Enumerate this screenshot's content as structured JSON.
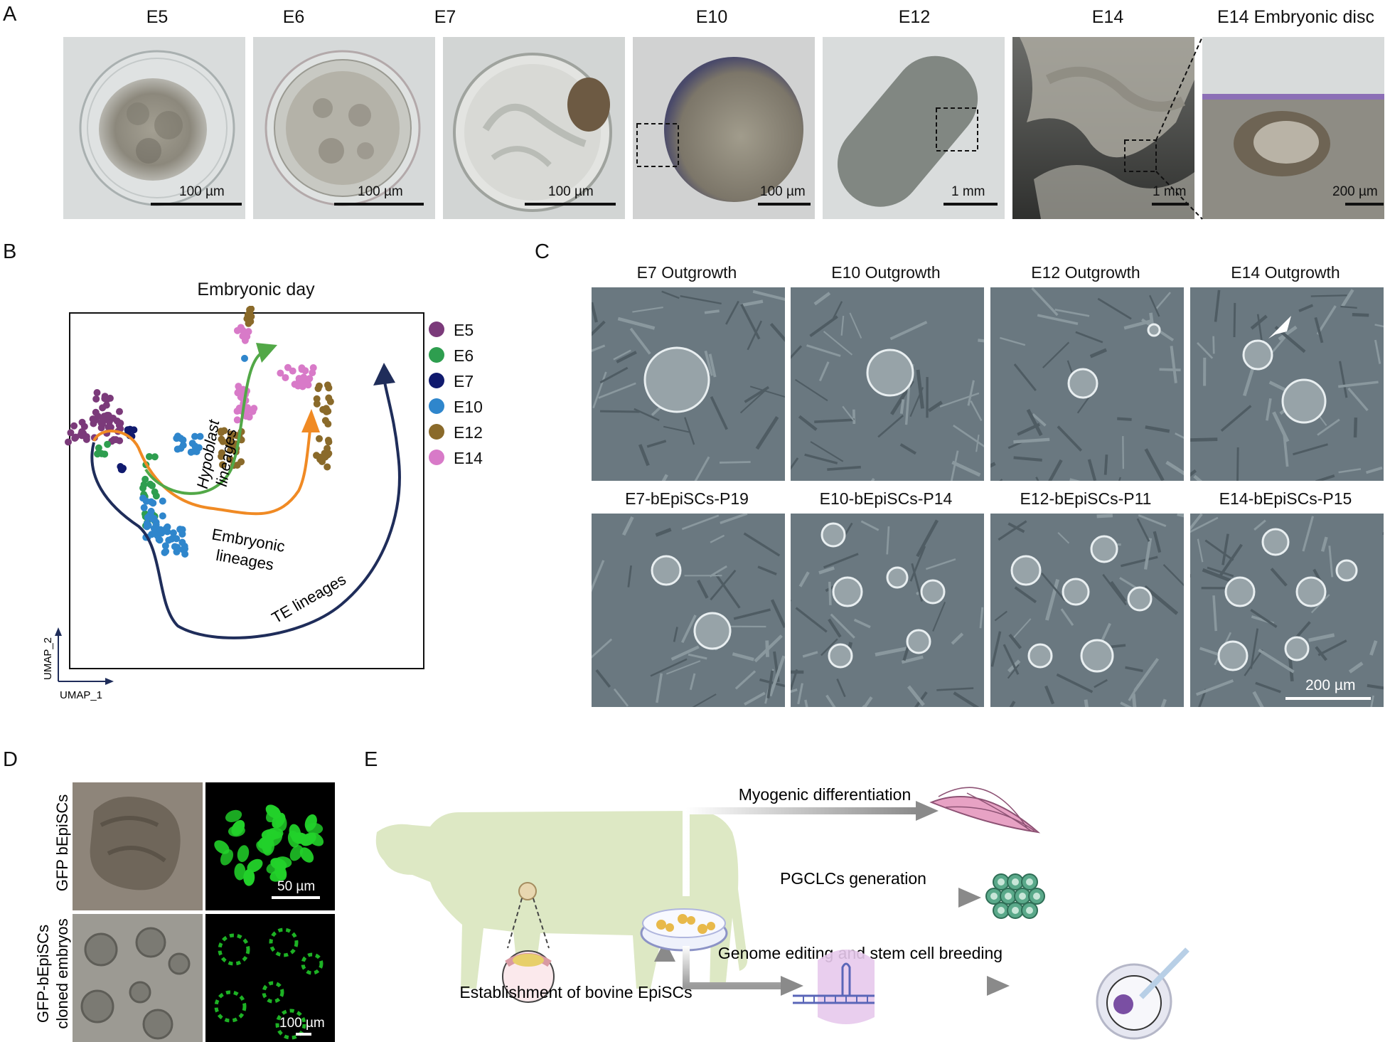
{
  "panel_labels": {
    "a": "A",
    "b": "B",
    "c": "C",
    "d": "D",
    "e": "E"
  },
  "panel_a": {
    "stages": [
      {
        "title": "E5",
        "scale": "100 µm"
      },
      {
        "title": "E6",
        "scale": "100 µm"
      },
      {
        "title": "E7",
        "scale": "100 µm"
      },
      {
        "title": "E10",
        "scale": "100 µm"
      },
      {
        "title": "E12",
        "scale": "1 mm"
      },
      {
        "title": "E14",
        "scale": "1 mm"
      },
      {
        "title": "E14 Embryonic disc",
        "scale": "200 µm"
      }
    ]
  },
  "panel_b": {
    "title": "Embryonic day",
    "legend": [
      {
        "label": "E5",
        "color": "#7b3a7a"
      },
      {
        "label": "E6",
        "color": "#2e9e4f"
      },
      {
        "label": "E7",
        "color": "#101a6e"
      },
      {
        "label": "E10",
        "color": "#2f86cc"
      },
      {
        "label": "E12",
        "color": "#8a6a2a"
      },
      {
        "label": "E14",
        "color": "#d87ac8"
      }
    ],
    "annotations": {
      "hypoblast": [
        "Hypoblast",
        "lineages"
      ],
      "embryonic": [
        "Embryonic",
        "lineages"
      ],
      "te": "TE lineages"
    },
    "axes": {
      "x": "UMAP_1",
      "y": "UMAP_2"
    },
    "arrow_colors": {
      "hypoblast": "#52a847",
      "embryonic": "#f08a24",
      "te": "#1f2d5a"
    }
  },
  "panel_c": {
    "row1": [
      "E7 Outgrowth",
      "E10 Outgrowth",
      "E12 Outgrowth",
      "E14 Outgrowth"
    ],
    "row2": [
      "E7-bEpiSCs-P19",
      "E10-bEpiSCs-P14",
      "E12-bEpiSCs-P11",
      "E14-bEpiSCs-P15"
    ],
    "scale": "200 µm"
  },
  "panel_d": {
    "row_labels": [
      [
        "GFP bEpiSCs"
      ],
      [
        "GFP-bEpiSCs",
        "cloned embryos"
      ]
    ],
    "scales": [
      "50 µm",
      "100 µm"
    ],
    "gfp_color": "#22d12a"
  },
  "panel_e": {
    "establish": "Establishment of bovine EpiSCs",
    "myogenic": "Myogenic differentiation",
    "pgclc": "PGCLCs generation",
    "genome": "Genome editing and stem cell breeding",
    "cow_color": "#dde8c4"
  }
}
